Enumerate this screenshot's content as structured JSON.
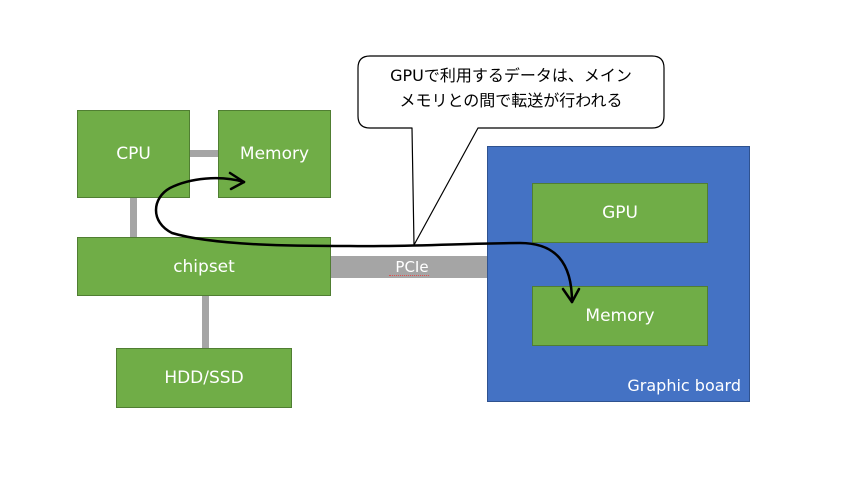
{
  "diagram": {
    "cpu": "CPU",
    "memory_main": "Memory",
    "chipset": "chipset",
    "storage": "HDD/SSD",
    "bus": "PCIe",
    "graphic_board": "Graphic board",
    "gpu": "GPU",
    "memory_gpu": "Memory",
    "callout_line1": "GPUで利用するデータは、メイン",
    "callout_line2": "メモリとの間で転送が行われる"
  },
  "colors": {
    "component_fill": "#70ad47",
    "board_fill": "#4472c4",
    "connector": "#a5a5a5",
    "text_light": "#ffffff"
  }
}
